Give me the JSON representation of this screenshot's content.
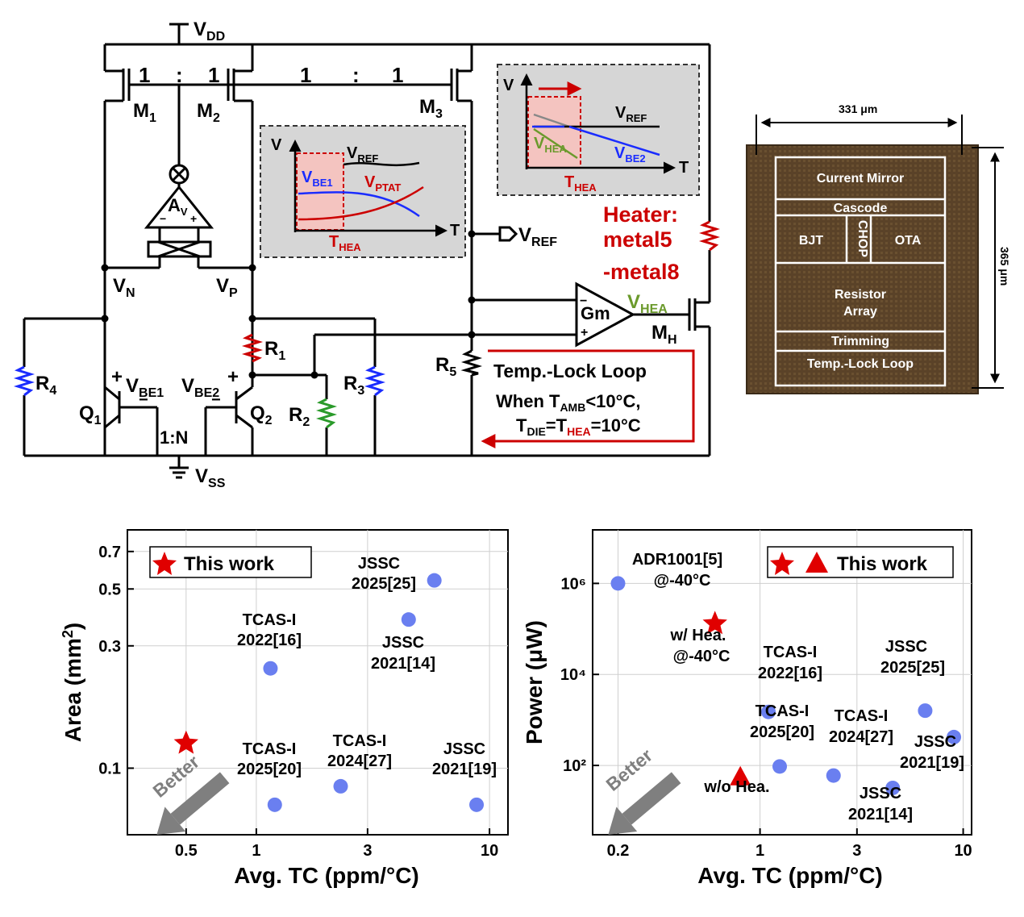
{
  "schematic": {
    "supply_top": "V",
    "supply_top_sub": "DD",
    "supply_bot": "V",
    "supply_bot_sub": "SS",
    "ratio1": "1   :   1",
    "ratio2": "1   :   1",
    "m1": "M",
    "m1_sub": "1",
    "m2": "M",
    "m2_sub": "2",
    "m3": "M",
    "m3_sub": "3",
    "amp": "A",
    "amp_sub": "V",
    "vn": "V",
    "vn_sub": "N",
    "vp": "V",
    "vp_sub": "P",
    "r1": "R",
    "r1_sub": "1",
    "r2": "R",
    "r2_sub": "2",
    "r3": "R",
    "r3_sub": "3",
    "r4": "R",
    "r4_sub": "4",
    "r5": "R",
    "r5_sub": "5",
    "q1": "Q",
    "q1_sub": "1",
    "q2": "Q",
    "q2_sub": "2",
    "vbe1": "V",
    "vbe1_sub": "BE1",
    "vbe2": "V",
    "vbe2_sub": "BE2",
    "bjt_ratio": "1:N",
    "vref_out": "V",
    "vref_out_sub": "REF",
    "gm": "Gm",
    "vhea": "V",
    "vhea_sub": "HEA",
    "mh": "M",
    "mh_sub": "H",
    "heater_l1": "Heater:",
    "heater_l2": "metal5",
    "heater_l3": "-metal8",
    "loop_title": "Temp.-Lock Loop",
    "loop_cond1_a": "When T",
    "loop_cond1_sub": "AMB",
    "loop_cond1_b": "<10°C,",
    "loop_cond2_a": "T",
    "loop_cond2_sub1": "DIE",
    "loop_cond2_b": "=T",
    "loop_cond2_sub2": "HEA",
    "loop_cond2_c": "=10°C",
    "inset1": {
      "v": "V",
      "t": "T",
      "vref": "V",
      "vref_sub": "REF",
      "vbe1": "V",
      "vbe1_sub": "BE1",
      "vptat": "V",
      "vptat_sub": "PTAT",
      "thea": "T",
      "thea_sub": "HEA"
    },
    "inset2": {
      "v": "V",
      "t": "T",
      "vref": "V",
      "vref_sub": "REF",
      "vhea": "V",
      "vhea_sub": "HEA",
      "vbe2": "V",
      "vbe2_sub": "BE2",
      "thea": "T",
      "thea_sub": "HEA"
    },
    "colors": {
      "red": "#cc0000",
      "blue": "#1a2cff",
      "green": "#6b9a2c",
      "gray_inset": "#d6d6d6"
    }
  },
  "die": {
    "width_label": "331 μm",
    "height_label": "365 μm",
    "blocks": [
      "Current Mirror",
      "Cascode",
      "BJT",
      "CHOP",
      "OTA",
      "Resistor",
      "Array",
      "Trimming",
      "Temp.-Lock Loop"
    ]
  },
  "chart_left": {
    "chart_data": {
      "type": "scatter",
      "xlabel": "Avg. TC (ppm/°C)",
      "ylabel": "Area (mm²)",
      "xscale": "log",
      "yscale": "log",
      "xlim": [
        0.28,
        12
      ],
      "ylim": [
        0.055,
        0.85
      ],
      "xticks": [
        "0.5",
        "1",
        "3",
        "10"
      ],
      "yticks": [
        "0.1",
        "0.3",
        "0.5",
        "0.7"
      ],
      "legend": "This work",
      "legend_position": "top-left",
      "grid": true,
      "points": [
        {
          "label": "This work",
          "x": 0.5,
          "y": 0.125,
          "marker": "star"
        },
        {
          "label": "TCAS-I 2025[20]",
          "x": 1.2,
          "y": 0.072
        },
        {
          "label": "TCAS-I 2024[27]",
          "x": 2.3,
          "y": 0.085
        },
        {
          "label": "JSSC 2021[19]",
          "x": 8.8,
          "y": 0.072
        },
        {
          "label": "TCAS-I 2022[16]",
          "x": 1.15,
          "y": 0.245
        },
        {
          "label": "JSSC 2021[14]",
          "x": 4.5,
          "y": 0.38
        },
        {
          "label": "JSSC 2025[25]",
          "x": 5.8,
          "y": 0.54
        }
      ],
      "annotation": "Better"
    }
  },
  "chart_right": {
    "chart_data": {
      "type": "scatter",
      "xlabel": "Avg. TC (ppm/°C)",
      "ylabel": "Power (μW)",
      "xscale": "log",
      "yscale": "log",
      "xlim": [
        0.15,
        11
      ],
      "ylim": [
        3,
        15000000.0
      ],
      "xticks": [
        "0.2",
        "1",
        "3",
        "10"
      ],
      "yticks": [
        "10²",
        "10⁴",
        "10⁶"
      ],
      "legend": "This work",
      "legend_position": "top-right",
      "grid": true,
      "points": [
        {
          "label": "ADR1001[5] @-40°C",
          "x": 0.2,
          "y": 1000000
        },
        {
          "label": "w/ Hea. @-40°C",
          "x": 0.6,
          "y": 130000,
          "marker": "star"
        },
        {
          "label": "w/o Hea.",
          "x": 0.8,
          "y": 55,
          "marker": "triangle"
        },
        {
          "label": "TCAS-I 2022[16]",
          "x": 1.1,
          "y": 1500
        },
        {
          "label": "TCAS-I 2025[20]",
          "x": 1.25,
          "y": 95
        },
        {
          "label": "TCAS-I 2024[27]",
          "x": 2.3,
          "y": 60
        },
        {
          "label": "JSSC 2021[14]",
          "x": 4.5,
          "y": 32
        },
        {
          "label": "JSSC 2025[25]",
          "x": 6.5,
          "y": 1600
        },
        {
          "label": "JSSC 2021[19]",
          "x": 9.0,
          "y": 420
        }
      ],
      "annotation": "Better"
    }
  }
}
